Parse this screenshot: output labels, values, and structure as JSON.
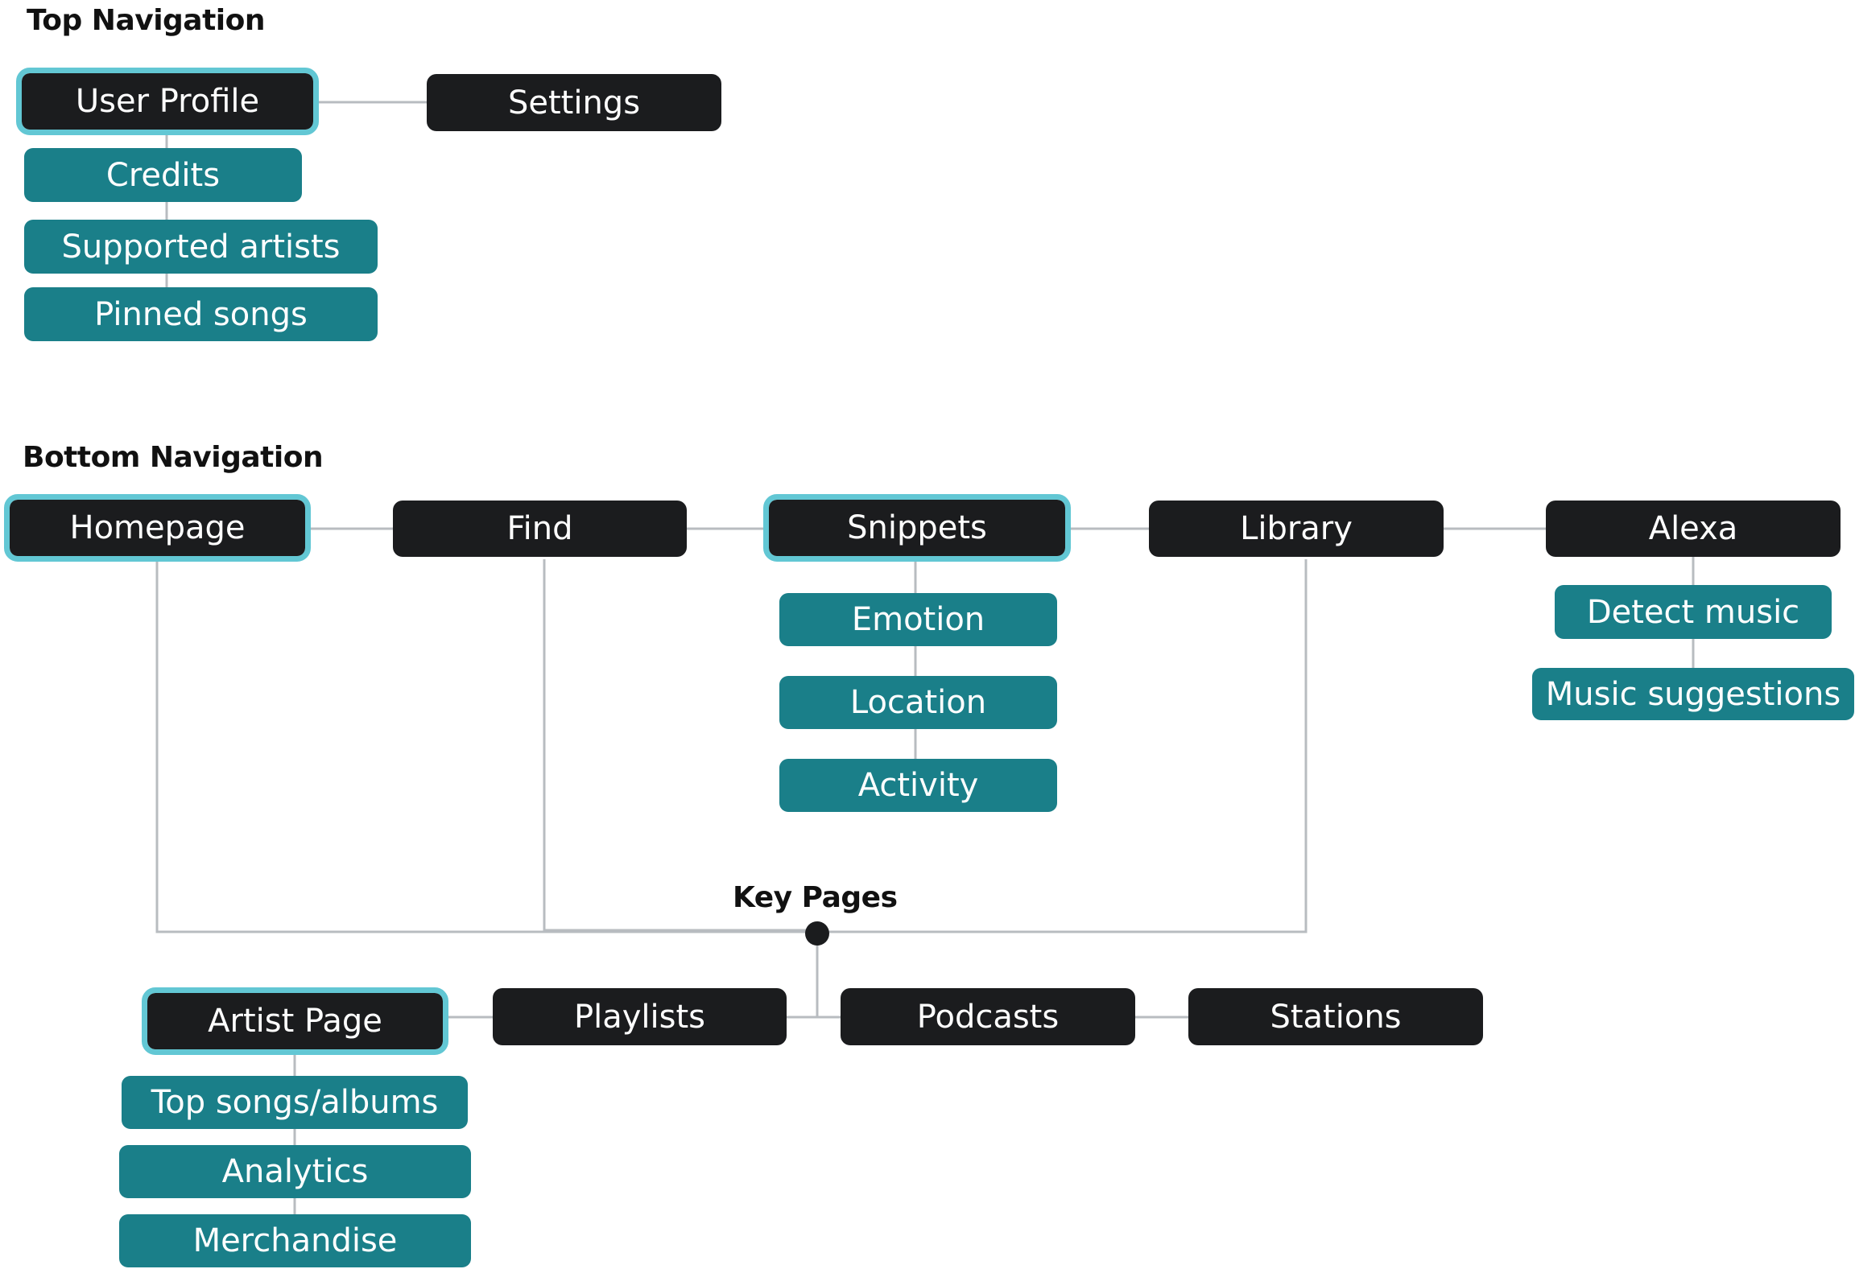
{
  "colors": {
    "primary": "#1b1c1e",
    "secondary": "#1a7f89",
    "highlight": "#62c7d4",
    "connector": "#b8bcc0"
  },
  "top_navigation": {
    "heading": "Top Navigation",
    "user_profile": "User Profile",
    "settings": "Settings",
    "user_profile_children": [
      "Credits",
      "Supported artists",
      "Pinned songs"
    ]
  },
  "bottom_navigation": {
    "heading": "Bottom Navigation",
    "tabs": [
      "Homepage",
      "Find",
      "Snippets",
      "Library",
      "Alexa"
    ],
    "snippets_children": [
      "Emotion",
      "Location",
      "Activity"
    ],
    "alexa_children": [
      "Detect music",
      "Music suggestions"
    ]
  },
  "key_pages": {
    "heading": "Key Pages",
    "pages": [
      "Artist Page",
      "Playlists",
      "Podcasts",
      "Stations"
    ],
    "artist_page_children": [
      "Top songs/albums",
      "Analytics",
      "Merchandise"
    ]
  }
}
